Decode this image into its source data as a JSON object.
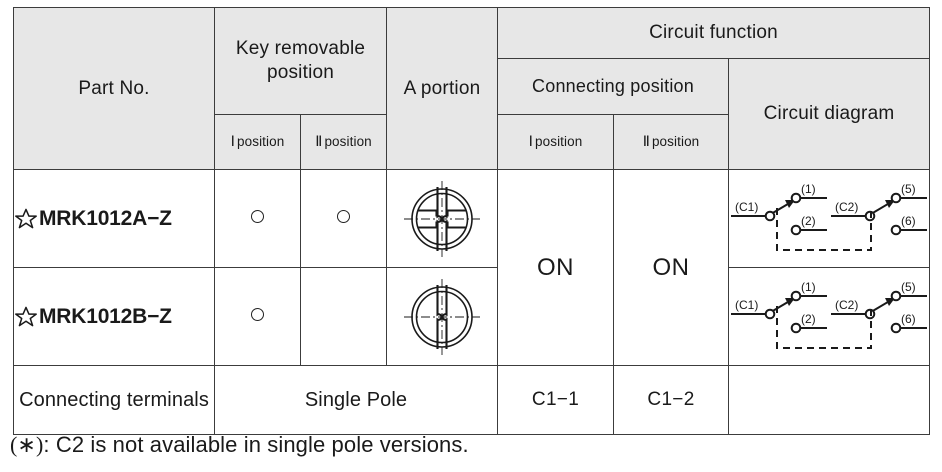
{
  "table": {
    "headers": {
      "part_no": "Part No.",
      "key_removable_position": "Key removable position",
      "a_portion": "A portion",
      "circuit_function": "Circuit function",
      "connecting_position": "Connecting position",
      "circuit_diagram": "Circuit diagram",
      "key_pos_1": "position",
      "key_pos_2": "position",
      "conn_pos_1": "position",
      "conn_pos_2": "position",
      "roman_one": "Ⅰ",
      "roman_two": "Ⅱ"
    },
    "rows": [
      {
        "star": "☆",
        "part_no": "MRK1012A−Z",
        "key_removable_I": "○",
        "key_removable_II": "○",
        "a_portion_icon": "cam-double-slot-icon",
        "circuit_diagram_icon": "circuit-diagram-c1-c2-icon"
      },
      {
        "star": "☆",
        "part_no": "MRK1012B−Z",
        "key_removable_I": "○",
        "key_removable_II": "",
        "a_portion_icon": "cam-single-slot-icon",
        "circuit_diagram_icon": "circuit-diagram-c1-c2-icon"
      }
    ],
    "connecting_position_I": "ON",
    "connecting_position_II": "ON",
    "summary": {
      "label": "Connecting terminals",
      "pole": "Single Pole",
      "code_I": "C1−1",
      "code_II": "C1−2",
      "diagram_blank": ""
    }
  },
  "circuit_labels": {
    "c1": "(C1)",
    "t1": "(1)",
    "t2": "(2)",
    "c2": "(C2)",
    "t5": "(5)",
    "t6": "(6)"
  },
  "footnote": {
    "marker": "(∗)",
    "colon": ":",
    "text": "C2 is not available in single pole versions."
  },
  "colors": {
    "header_bg": "#e7e7e7",
    "border": "#3c3c3c",
    "text": "#1a1a1a",
    "page_bg": "#ffffff"
  }
}
